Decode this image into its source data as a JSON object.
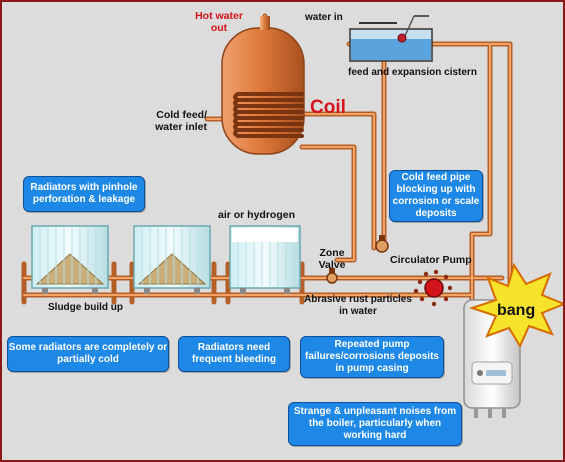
{
  "labels": {
    "hot_water_out": "Hot water out",
    "water_in": "water in",
    "feed_cistern": "feed and expansion cistern",
    "cold_feed": "Cold feed/ water inlet",
    "coil": "Coil",
    "air_hydrogen": "air or hydrogen",
    "zone_valve": "Zone Valve",
    "circulator_pump": "Circulator Pump",
    "sludge": "Sludge build up",
    "abrasive_rust": "Abrasive rust particles in water",
    "bang": "bang"
  },
  "callouts": {
    "pinhole": "Radiators with  pinhole perforation & leakage",
    "cold_feed_pipe": "Cold feed pipe blocking up with corrosion or scale deposits",
    "cold_radiators": "Some radiators are completely or partially cold",
    "bleeding": "Radiators   need frequent bleeding",
    "pump_failures": "Repeated pump failures/corrosions deposits in pump casing",
    "noises": "Strange & unpleasant noises from the boiler, particularly when working hard"
  },
  "colors": {
    "background": "#dcdcdc",
    "border": "#8a1a1a",
    "copper": "#d9773a",
    "callout_blue": "#1e88e6",
    "label_red": "#d4141a",
    "water": "#5aa3dc",
    "sludge": "#c9b07a",
    "bang": "#f7e32a"
  },
  "icons": [
    "pump-icon",
    "valve-icon",
    "bang-burst-icon",
    "ball-float-icon"
  ]
}
